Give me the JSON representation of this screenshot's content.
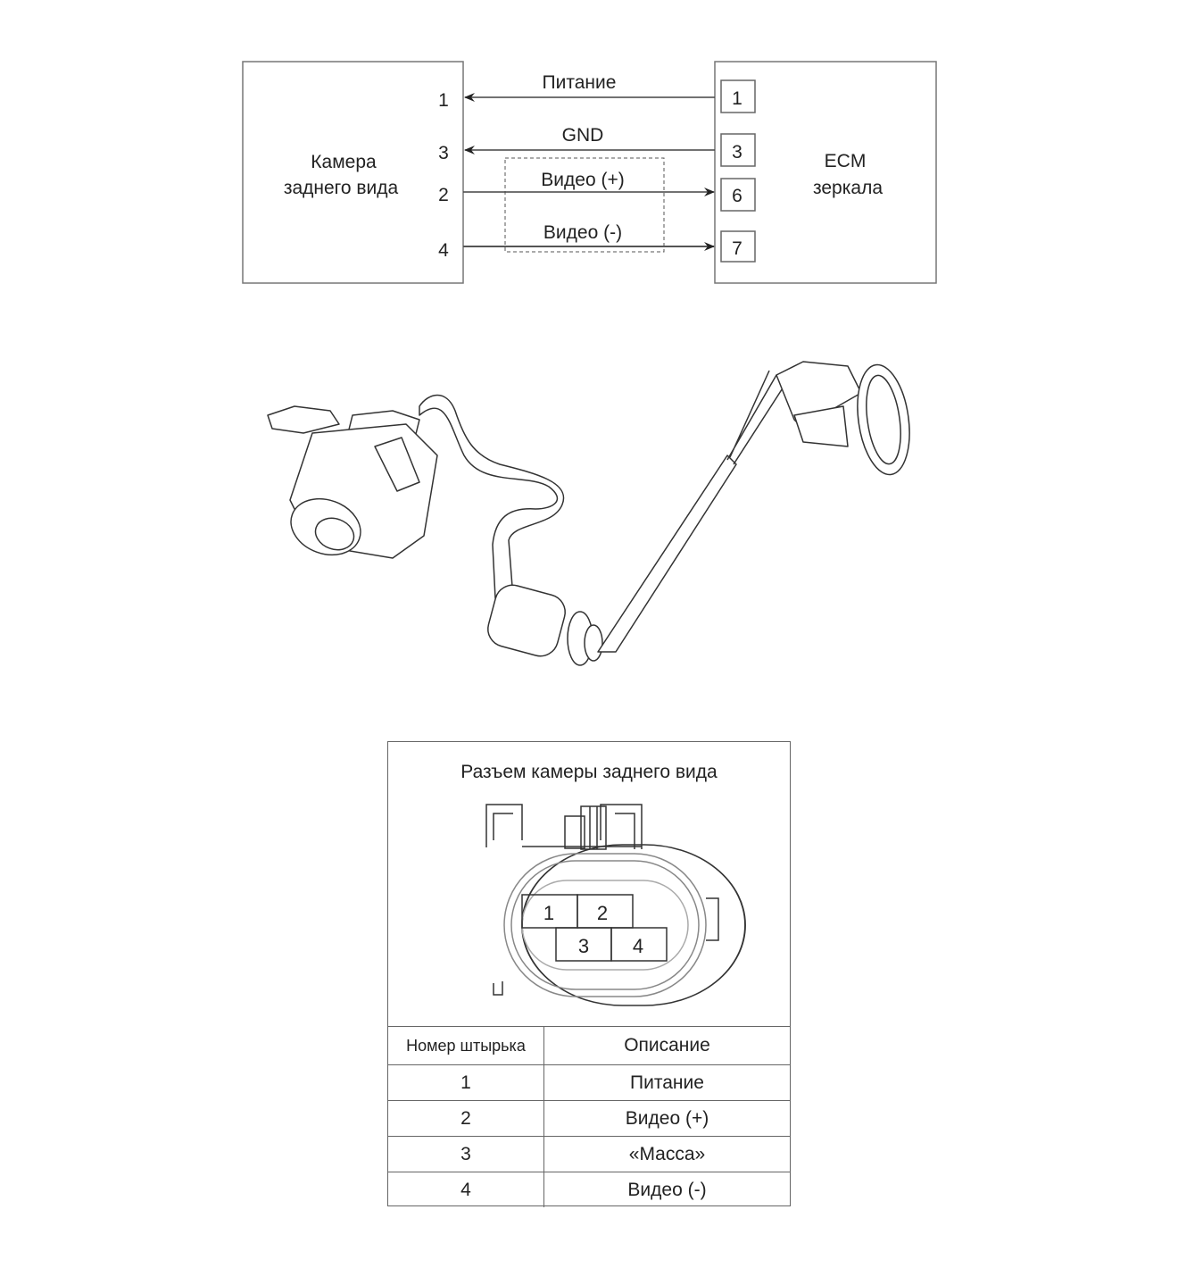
{
  "schematic": {
    "camera_label": [
      "Камера",
      "заднего вида"
    ],
    "ecm_label": [
      "ECM",
      "зеркала"
    ],
    "wires": [
      {
        "name": "Питание",
        "camera_pin": "1",
        "ecm_pin": "1",
        "direction": "to-camera"
      },
      {
        "name": "GND",
        "camera_pin": "3",
        "ecm_pin": "3",
        "direction": "to-camera"
      },
      {
        "name": "Видео (+)",
        "camera_pin": "2",
        "ecm_pin": "6",
        "direction": "to-ecm"
      },
      {
        "name": "Видео (-)",
        "camera_pin": "4",
        "ecm_pin": "7",
        "direction": "to-ecm"
      }
    ]
  },
  "connector": {
    "title": "Разъем камеры заднего вида",
    "pins": [
      "1",
      "2",
      "3",
      "4"
    ],
    "table": {
      "headers": [
        "Номер штырька",
        "Описание"
      ],
      "rows": [
        [
          "1",
          "Питание"
        ],
        [
          "2",
          "Видео (+)"
        ],
        [
          "3",
          "«Масса»"
        ],
        [
          "4",
          "Видео (-)"
        ]
      ]
    }
  }
}
